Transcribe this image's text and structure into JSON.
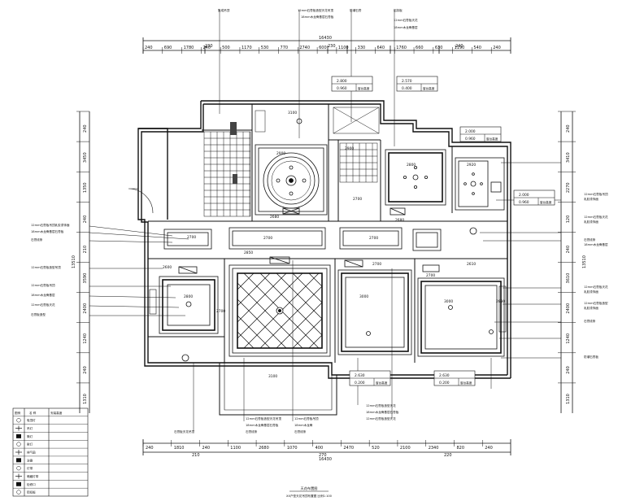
{
  "drawing": {
    "title": "天花布置图",
    "subtitle": "XX户型天花吊顶布置图 比例1:100"
  },
  "dimensions": {
    "top_total": "16430",
    "bottom_total": "16430",
    "top_segments": [
      "240",
      "690",
      "1780",
      "240",
      "500",
      "1170",
      "530",
      "770",
      "2740",
      "600",
      "1100",
      "330",
      "640",
      "1760",
      "660",
      "630",
      "1190",
      "540",
      "240"
    ],
    "top_overall": [
      "230",
      "230",
      "240"
    ],
    "bottom_segments": [
      "240",
      "1810",
      "240",
      "1100",
      "2680",
      "1070",
      "400",
      "2470",
      "520",
      "2100",
      "2340",
      "820",
      "240"
    ],
    "bottom_overall": [
      "210",
      "270",
      "220"
    ],
    "left_segments": [
      "240",
      "3450",
      "1350",
      "240",
      "210",
      "3590",
      "2400",
      "1240",
      "240",
      "1310"
    ],
    "left_total": "13510",
    "right_segments": [
      "240",
      "3410",
      "2270",
      "120",
      "240",
      "3610",
      "2400",
      "1240",
      "240",
      "1310"
    ],
    "right_total": "13510"
  },
  "room_heights": {
    "kitchen_bath": "3100",
    "living_center": "2900",
    "dining": "2900",
    "corridor_left": "2700",
    "corridor_mid": "2700",
    "corridor_right": "2700",
    "bedroom_main": "3000",
    "bedroom_right": "3000",
    "bedroom_small": "2800",
    "balcony": "3100",
    "study": "2800",
    "small_lounge": "2920",
    "level_marks": [
      "2680",
      "2700",
      "2600",
      "2850",
      "2700",
      "2700",
      "2700",
      "2610",
      "2630",
      "2680"
    ]
  },
  "level_tables": [
    {
      "top": "2.800",
      "bottom": "0.960",
      "note": "窗台高度"
    },
    {
      "top": "2.570",
      "bottom": "0.400",
      "note": "窗台高度"
    },
    {
      "top": "2.000",
      "bottom": "0.960",
      "note": "窗台高度"
    },
    {
      "top": "2.000",
      "bottom": "0.960",
      "note": "窗台高度"
    },
    {
      "top": "2.630",
      "bottom": "0.200",
      "note": "窗台高度"
    },
    {
      "top": "2.630",
      "bottom": "0.200",
      "note": "窗台高度"
    }
  ],
  "callouts": {
    "top": [
      "集成吊顶",
      "12mm石膏板造型天花吊顶",
      "18mm木龙骨基层石膏板",
      "防潮石膏",
      "铝扣板",
      "12mm石膏板天花",
      "18mm木龙骨基层"
    ],
    "left": [
      "12mm石膏板吊顶乳胶漆饰面",
      "18mm木龙骨基层石膏板",
      "石膏线条",
      "12mm石膏板造型吊顶",
      "12mm石膏板吊顶",
      "18mm木龙骨基层",
      "12mm石膏板天花",
      "石膏板造型"
    ],
    "right": [
      "12mm石膏板吊顶",
      "乳胶漆饰面",
      "12mm石膏板天花",
      "乳胶漆饰面",
      "石膏线条",
      "18mm木龙骨基层",
      "12mm石膏板天花",
      "乳胶漆饰面",
      "12mm石膏板造型",
      "乳胶漆饰面",
      "石膏线条",
      "防潮石膏板"
    ],
    "bottom": [
      "石膏板天花吊顶",
      "12mm石膏板造型天花吊顶",
      "18mm木龙骨基层石膏板",
      "石膏线条",
      "12mm石膏板吊顶",
      "18mm木龙骨",
      "石膏线条",
      "12mm石膏板造型天花",
      "18mm木龙骨基层石膏板",
      "12mm石膏板造型天花"
    ]
  },
  "legend": {
    "headers": [
      "图例",
      "名 称",
      "安装高度"
    ],
    "rows": [
      {
        "icon": "pendant-icon",
        "name": "吸顶灯",
        "height": ""
      },
      {
        "icon": "cross-light-icon",
        "name": "吊灯",
        "height": ""
      },
      {
        "icon": "downlight-icon",
        "name": "筒灯",
        "height": ""
      },
      {
        "icon": "spotlight-icon",
        "name": "射灯",
        "height": ""
      },
      {
        "icon": "exhaust-icon",
        "name": "排气扇",
        "height": ""
      },
      {
        "icon": "heater-icon",
        "name": "浴霸",
        "height": ""
      },
      {
        "icon": "vent-icon",
        "name": "灯带",
        "height": ""
      },
      {
        "icon": "strip-icon",
        "name": "暗藏灯带",
        "height": ""
      },
      {
        "icon": "line-icon",
        "name": "检修口",
        "height": ""
      },
      {
        "icon": "grid-icon",
        "name": "铝扣板",
        "height": ""
      }
    ]
  },
  "colors": {
    "line": "#111111",
    "fill": "#ffffff",
    "hatch": "#444444"
  }
}
